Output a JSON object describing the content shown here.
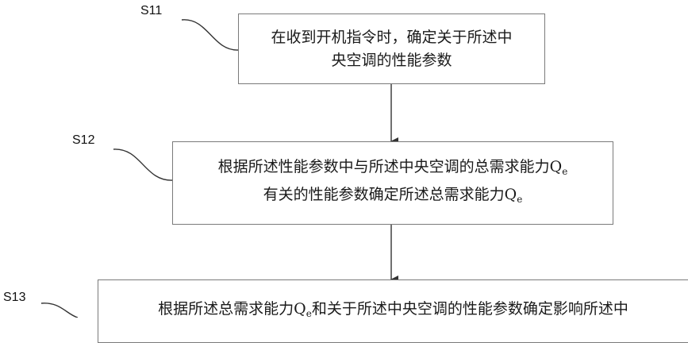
{
  "steps": [
    {
      "label": "S11",
      "line1": "在收到开机指令时，确定关于所述中",
      "line2": "央空调的性能参数"
    },
    {
      "label": "S12",
      "line1_a": "根据所述性能参数中与所述中央空调的总需求能力Q",
      "line1_sub": "e",
      "line2_a": "有关的性能参数确定所述总需求能力Q",
      "line2_sub": "e"
    },
    {
      "label": "S13",
      "line1_a": "根据所述总需求能力Q",
      "line1_sub": "e",
      "line1_b": "和关于所述中央空调的性能参数确定影响所述中"
    }
  ]
}
